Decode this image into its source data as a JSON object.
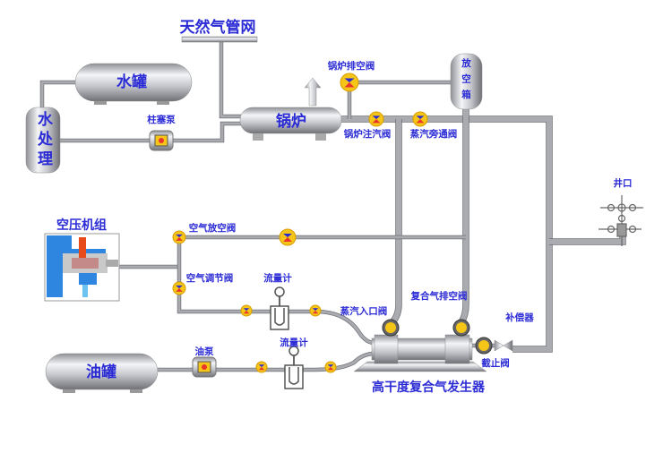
{
  "diagram": {
    "labels": {
      "gas_network": "天然气管网",
      "water_tank": "水罐",
      "water_treatment": "水处理",
      "plunger_pump": "柱塞泵",
      "boiler": "锅炉",
      "boiler_vent_valve": "锅炉排空阀",
      "vent_box": "放空箱",
      "boiler_steam_valve": "锅炉注汽阀",
      "steam_bypass_valve": "蒸汽旁通阀",
      "wellhead": "井口",
      "air_compressor": "空压机组",
      "air_vent_valve": "空气放空阀",
      "air_regulating_valve": "空气调节阀",
      "flowmeter_air": "流量计",
      "steam_inlet_valve": "蒸汽入口阀",
      "composite_gas_vent_valve": "复合气排空阀",
      "compensator": "补偿器",
      "oil_tank": "油罐",
      "oil_pump": "油泵",
      "flowmeter_oil": "流量计",
      "shutoff_valve": "截止阀",
      "generator": "高干度复合气发生器"
    },
    "colors": {
      "label": "#2b2bd6",
      "pipe": "#a9abb0",
      "valve_body": "#f5c518",
      "valve_top": "#2a2ad0",
      "valve_bottom": "#e8362a"
    }
  }
}
